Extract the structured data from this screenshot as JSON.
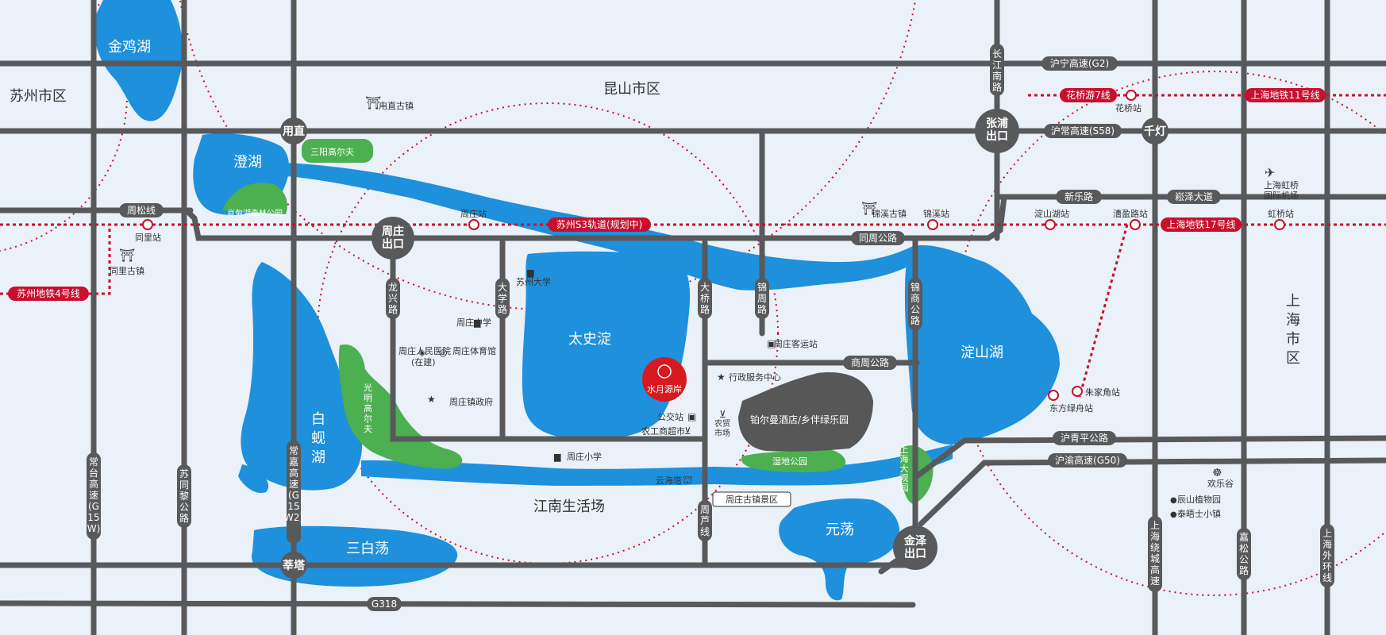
{
  "colors": {
    "background": "#eaf1f8",
    "water": "#1e90dc",
    "road": "#58595b",
    "green": "#4caf50",
    "metro_red": "#c8102e",
    "project_red": "#d71920",
    "district_dark": "#575757"
  },
  "districts": {
    "suzhou": "苏州市区",
    "kunshan": "昆山市区",
    "shanghai": "上海市区",
    "jiangnan": "江南生活场"
  },
  "lakes": {
    "jinji": "金鸡湖",
    "cheng": "澄湖",
    "baixian": "白蚬湖",
    "sanbaidang": "三白荡",
    "taishidian": "太史淀",
    "dianshan": "淀山湖",
    "yuandang": "元荡"
  },
  "roads": {
    "g2": "沪宁高速(G2)",
    "s58": "沪常高速(S58)",
    "g50": "沪渝高速(G50)",
    "huqingping": "沪青平公路",
    "xinle": "新乐路",
    "songze": "崧泽大道",
    "tongzhou": "同周公路",
    "shangzhou": "商周公路",
    "zhousong": "周松线",
    "g318": "G318",
    "changjiang": "长江南路",
    "longxing": "龙兴路",
    "daxue": "大学路",
    "daqiao": "大桥路",
    "jinzhou": "锦周路",
    "jinshang": "锦商公路",
    "zhoulu": "周芦线",
    "changjia": "常嘉高速(G15W2)",
    "changtai": "常台高速(G15W)",
    "sutongli": "苏同黎公路",
    "shanghai_daguan": "上海大观园",
    "raocheng": "上海绕城高速",
    "jiasong": "嘉松公路",
    "waihuan": "上海外环线"
  },
  "interchanges": {
    "yongzhi": "用直",
    "zhangpu": "张浦出口",
    "qiandeng": "千灯",
    "zhouzhuang": "周庄出口",
    "jinze": "金泽出口",
    "xinta": "莘塔"
  },
  "metro": {
    "s3": "苏州S3轨道(规划中)",
    "line4": "苏州地铁4号线",
    "line11": "上海地铁11号线",
    "line17": "上海地铁17号线",
    "huaqiao7": "花桥游7线",
    "stations": {
      "zhouzhuang": "周庄站",
      "jinxi": "锦溪站",
      "tongli": "同里站",
      "dianshanhu": "淀山湖站",
      "caoying": "漕盈路站",
      "hongqiao": "虹桥站",
      "huaqiao": "花桥站",
      "zhujiajiao": "朱家角站",
      "dongfanglvzhou": "东方绿舟站"
    }
  },
  "pois": {
    "yongzhi_town": "甪直古镇",
    "tongli_town": "同里古镇",
    "jinxi_town": "锦溪古镇",
    "sanyang_golf": "三阳高尔夫",
    "xiaodian_park": "肖甸湖森林公园",
    "guangming_golf": "光明高尔夫",
    "suzhou_univ": "苏州大学",
    "zz_middle": "周庄中学",
    "hospital": "周庄人民医院",
    "hospital_note": "(在建)",
    "stadium": "周庄体育馆",
    "gov": "周庄镇政府",
    "primary": "周庄小学",
    "bus_station": "公交站",
    "market": "农工商超市",
    "yunhai": "云海塔",
    "ancient_town": "周庄古镇景区",
    "bus_terminal": "周庄客运站",
    "admin_center": "行政服务中心",
    "farm_market": "农贸\n市场",
    "hotel": "铂尔曼酒店/乡伴绿乐园",
    "wetland": "湿地公园",
    "airport": "上海虹桥\n国际机场",
    "happy_valley": "欢乐谷",
    "botanical": "辰山植物园",
    "thames": "泰晤士小镇"
  },
  "project": {
    "name": "水月源岸"
  }
}
